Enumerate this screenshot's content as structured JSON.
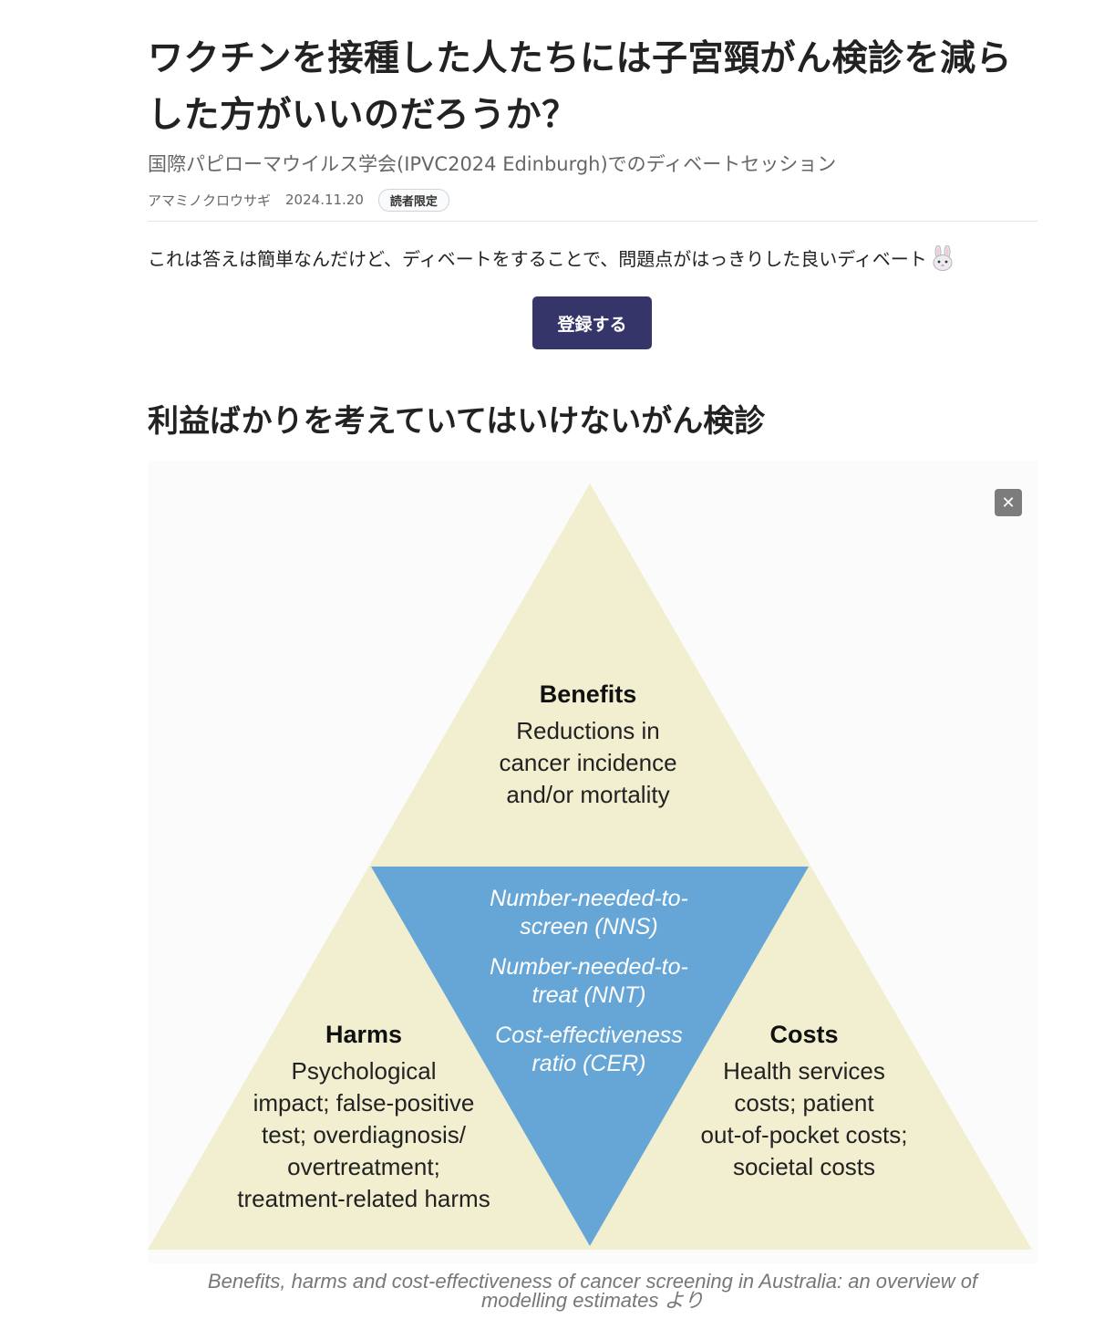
{
  "article": {
    "title": "ワクチンを接種した人たちには子宮頸がん検診を減らした方がいいのだろうか？",
    "subtitle": "国際パピローマウイルス学会(IPVC2024 Edinburgh)でのディベートセッション",
    "author": "アマミノクロウサギ",
    "date": "2024.11.20",
    "badge": "読者限定",
    "lead": "これは答えは簡単なんだけど、ディベートをすることで、問題点がはっきりした良いディベート",
    "subscribe_label": "登録する",
    "section_heading": "利益ばかりを考えていてはいけないがん検診"
  },
  "figure": {
    "close_label": "✕",
    "benefits": {
      "heading": "Benefits",
      "line1": "Reductions in",
      "line2": "cancer incidence",
      "line3": "and/or mortality"
    },
    "center": {
      "line1": "Number-needed-to-",
      "line2": "screen (NNS)",
      "line3": "Number-needed-to-",
      "line4": "treat (NNT)",
      "line5": "Cost-effectiveness",
      "line6": "ratio (CER)"
    },
    "harms": {
      "heading": "Harms",
      "line1": "Psychological",
      "line2": "impact; false-positive",
      "line3": "test; overdiagnosis/",
      "line4": "overtreatment;",
      "line5": "treatment-related harms"
    },
    "costs": {
      "heading": "Costs",
      "line1": "Health services",
      "line2": "costs; patient",
      "line3": "out-of-pocket costs;",
      "line4": "societal costs"
    },
    "caption_line1": "Benefits, harms and cost-effectiveness of cancer screening in Australia: an overview of",
    "caption_line2": "modelling estimates より",
    "colors": {
      "triangle_fill": "#f1efcf",
      "center_fill": "#66a6d7",
      "button_bg": "#36356a"
    }
  }
}
